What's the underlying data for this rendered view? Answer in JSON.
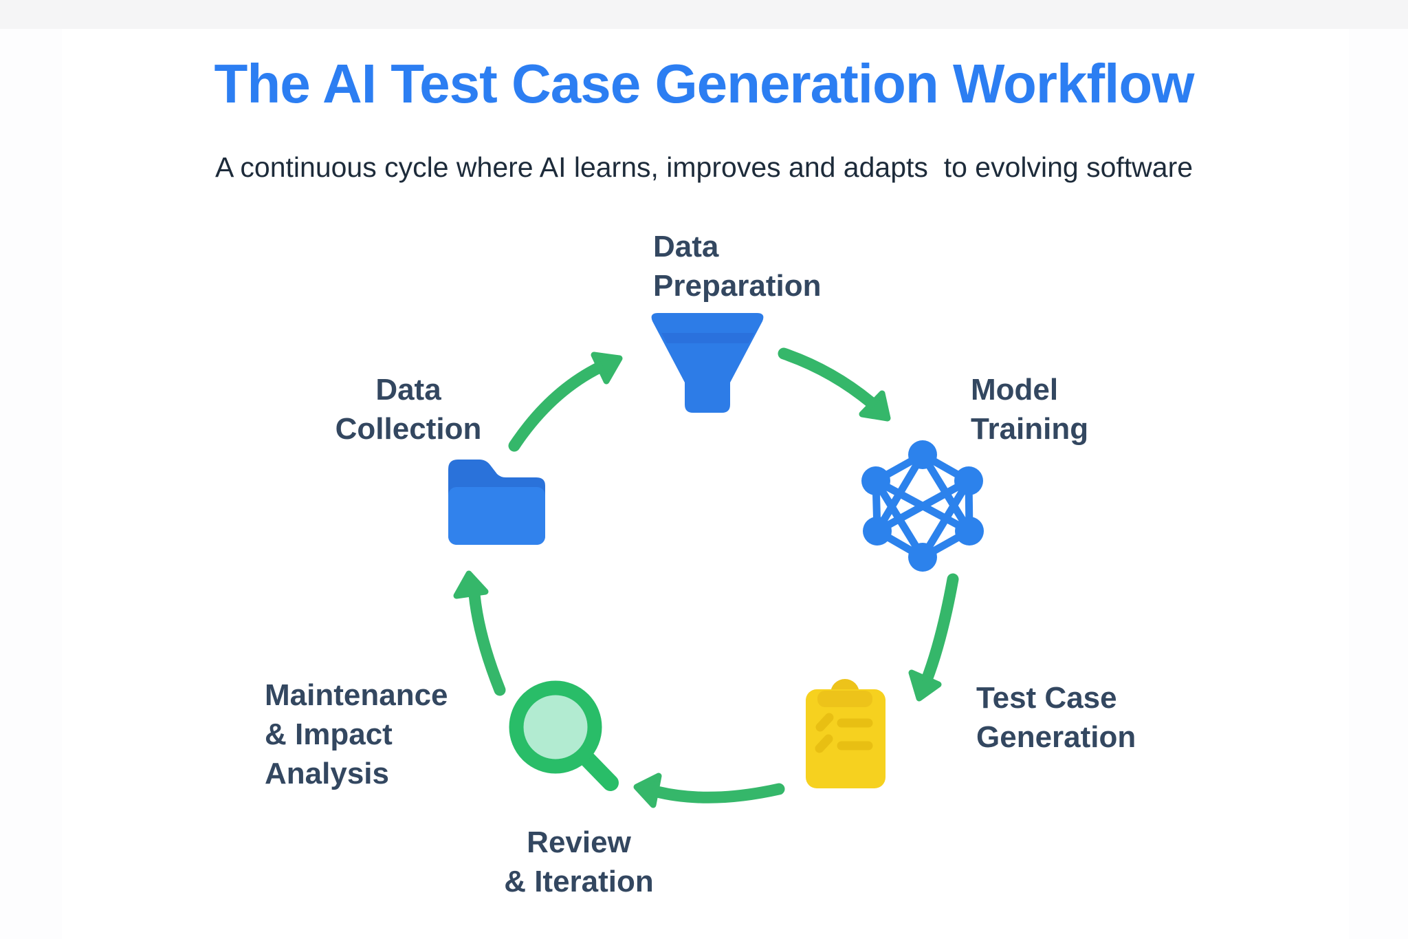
{
  "header": {
    "title": "The AI Test Case Generation Workflow",
    "subtitle": "A continuous cycle where AI learns, improves and adapts  to evolving software"
  },
  "stages": [
    {
      "id": "data-preparation",
      "label": "Data Preparation",
      "lines": [
        "Data",
        "Preparation"
      ],
      "icon": "funnel-icon",
      "icon_color": "#2d7ce7"
    },
    {
      "id": "model-training",
      "label": "Model Training",
      "lines": [
        "Model",
        "Training"
      ],
      "icon": "neural-network-icon",
      "icon_color": "#2c82ec"
    },
    {
      "id": "test-case-generation",
      "label": "Test Case Generation",
      "lines": [
        "Test Case",
        "Generation"
      ],
      "icon": "clipboard-icon",
      "icon_color": "#f6d11f"
    },
    {
      "id": "review-iteration",
      "label": "Review & Iteration",
      "lines": [
        "Review",
        "& Iteration"
      ],
      "icon": "magnifier-icon",
      "icon_color": "#29bd68"
    },
    {
      "id": "maintenance-impact-analysis",
      "label": "Maintenance & Impact Analysis",
      "lines": [
        "Maintenance",
        "& Impact",
        "Analysis"
      ],
      "icon": null,
      "icon_color": null
    },
    {
      "id": "data-collection",
      "label": "Data Collection",
      "lines": [
        "Data",
        "Collection"
      ],
      "icon": "folder-icon",
      "icon_color": "#3182ec"
    }
  ],
  "flow": [
    {
      "from": "Data Collection",
      "to": "Data Preparation"
    },
    {
      "from": "Data Preparation",
      "to": "Model Training"
    },
    {
      "from": "Model Training",
      "to": "Test Case Generation"
    },
    {
      "from": "Test Case Generation",
      "to": "Review & Iteration"
    },
    {
      "from": "Review & Iteration",
      "to": "Data Collection"
    }
  ],
  "palette": {
    "title_blue": "#2c7ef2",
    "label_navy": "#334760",
    "subtitle_dark": "#1d2b3a",
    "arrow_green": "#35b76a",
    "magnifier_green": "#29bd68",
    "magnifier_lens_green": "#b2ebd1",
    "folder_blue": "#3182ec",
    "folder_blue_dark": "#2a72da",
    "funnel_blue": "#2d7ce7",
    "funnel_band_dark": "#2a70da",
    "neural_blue": "#2c82ec",
    "clipboard_yellow": "#f6d11f",
    "clipboard_yellow_dark": "#edc31a",
    "clipboard_marks": "#e8bf13",
    "background": "#ffffff",
    "top_strip_gray": "#f5f5f6"
  }
}
